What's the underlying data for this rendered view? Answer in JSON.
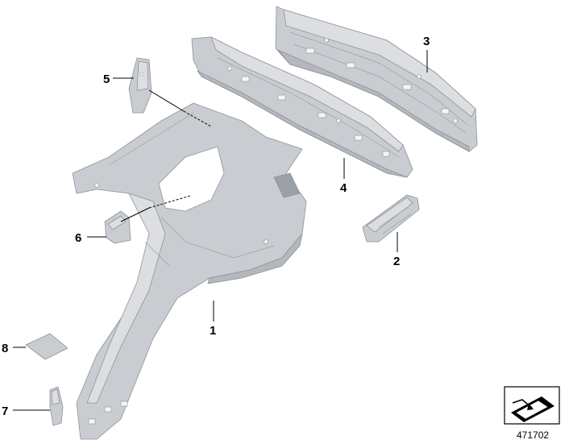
{
  "diagram": {
    "callouts": [
      {
        "id": "part-1",
        "label": "1"
      },
      {
        "id": "part-2",
        "label": "2"
      },
      {
        "id": "part-3",
        "label": "3"
      },
      {
        "id": "part-4",
        "label": "4"
      },
      {
        "id": "part-5",
        "label": "5"
      },
      {
        "id": "part-6",
        "label": "6"
      },
      {
        "id": "part-7",
        "label": "7"
      },
      {
        "id": "part-8",
        "label": "8"
      }
    ],
    "reference_number": "471702",
    "colors": {
      "part_fill": "#c9ccd0",
      "part_shade": "#b4b8bd",
      "part_light": "#dcdee1",
      "outline": "#8e9399",
      "text": "#000000"
    },
    "icons": [
      "parts-symbol-icon"
    ]
  }
}
